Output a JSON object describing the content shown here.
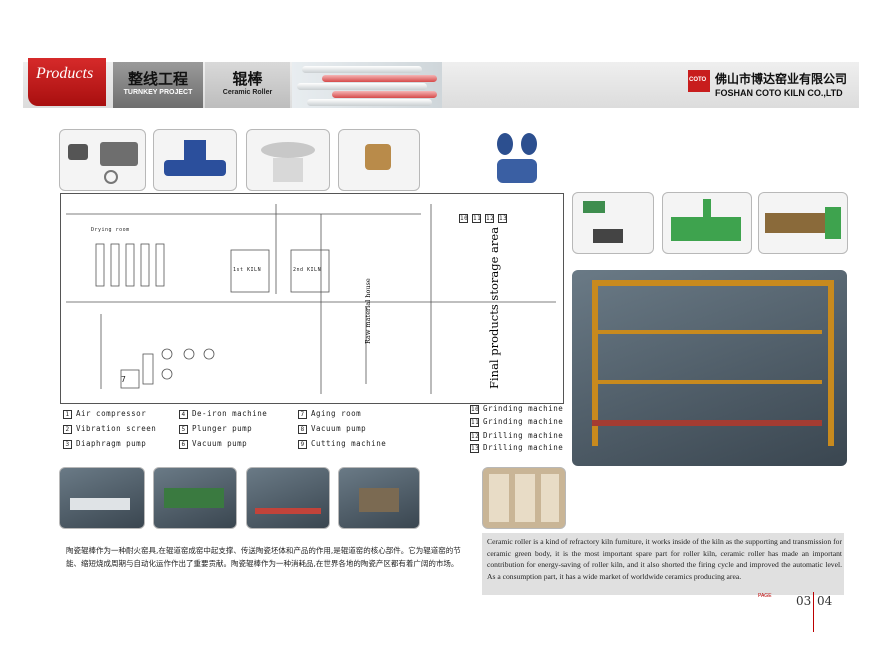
{
  "header": {
    "section": "Products",
    "tab1_cn": "整线工程",
    "tab1_en": "TURNKEY PROJECT",
    "tab2_cn": "辊棒",
    "tab2_en": "Ceramic Roller",
    "company_cn": "佛山市博达窑业有限公司",
    "company_en": "FOSHAN COTO KILN CO.,LTD",
    "logo_text": "COTO"
  },
  "diagram": {
    "drying_room": "Drying room",
    "kiln1": "1st KILN",
    "kiln2": "2nd KILN",
    "raw_house": "Raw material house",
    "final_area": "Final products storage area",
    "box7": "7",
    "markers": [
      "10",
      "11",
      "12",
      "13"
    ]
  },
  "legend": [
    {
      "n": "1",
      "t": "Air compressor"
    },
    {
      "n": "2",
      "t": "Vibration screen"
    },
    {
      "n": "3",
      "t": "Diaphragm pump"
    },
    {
      "n": "4",
      "t": "De-iron machine"
    },
    {
      "n": "5",
      "t": "Plunger pump"
    },
    {
      "n": "6",
      "t": "Vacuum pump"
    },
    {
      "n": "7",
      "t": "Aging room"
    },
    {
      "n": "8",
      "t": "Vacuum pump"
    },
    {
      "n": "9",
      "t": "Cutting machine"
    },
    {
      "n": "10",
      "t": "Grinding machine"
    },
    {
      "n": "11",
      "t": "Grinding machine"
    },
    {
      "n": "12",
      "t": "Drilling machine"
    },
    {
      "n": "13",
      "t": "Drilling machine"
    }
  ],
  "text_cn": "陶瓷辊棒作为一种耐火窑具,在辊道窑成窑中起支撑、传送陶瓷坯体和产品的作用,是辊道窑的核心部件。它为辊道窑的节能、缩短烧成周期与自动化运作作出了重要贡献。陶瓷辊棒作为一种消耗品,在世界各地的陶瓷产区都有着广阔的市场。",
  "text_en": "Ceramic roller is a kind of refractory kiln furniture, it works inside of the kiln as the supporting and transmission for ceramic green body, it is the most important spare part for roller kiln, ceramic roller has made an important contribution for energy-saving of roller kiln, and it also shorted the firing cycle and improved the automatic level. As a consumption part, it has a wide market of worldwide ceramics producing area.",
  "page": {
    "label": "PAGE",
    "left": "03",
    "right": "04"
  }
}
